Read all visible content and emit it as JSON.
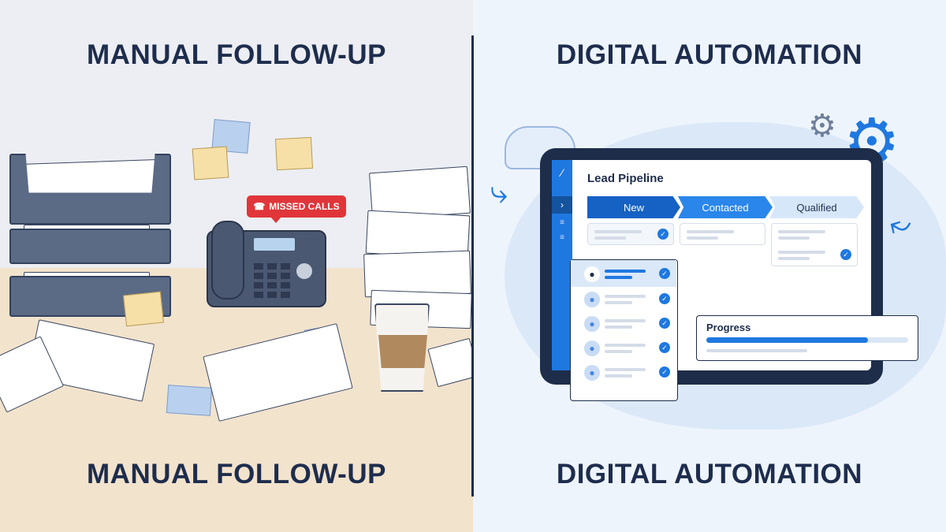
{
  "left_panel": {
    "title_top": "MANUAL FOLLOW-UP",
    "title_bottom": "MANUAL FOLLOW-UP",
    "missed_calls_badge": "MISSED CALLS",
    "badge_color": "#e0363a",
    "icons": [
      "phone-icon",
      "inbox-tray-icon",
      "sticky-note-icon",
      "coffee-cup-icon"
    ]
  },
  "right_panel": {
    "title_top": "DIGITAL AUTOMATION",
    "title_bottom": "DIGITAL AUTOMATION",
    "app": {
      "title": "Lead Pipeline",
      "stages": [
        {
          "label": "New",
          "color": "#1561c4"
        },
        {
          "label": "Contacted",
          "color": "#2a86ea"
        },
        {
          "label": "Qualified",
          "color": "#d7e7fa"
        }
      ],
      "progress": {
        "label": "Progress",
        "value_percent": 80
      }
    },
    "accent_color": "#1f78e0",
    "icons": [
      "cloud-icon",
      "gear-icon",
      "arrow-icon",
      "check-icon",
      "user-icon"
    ]
  }
}
